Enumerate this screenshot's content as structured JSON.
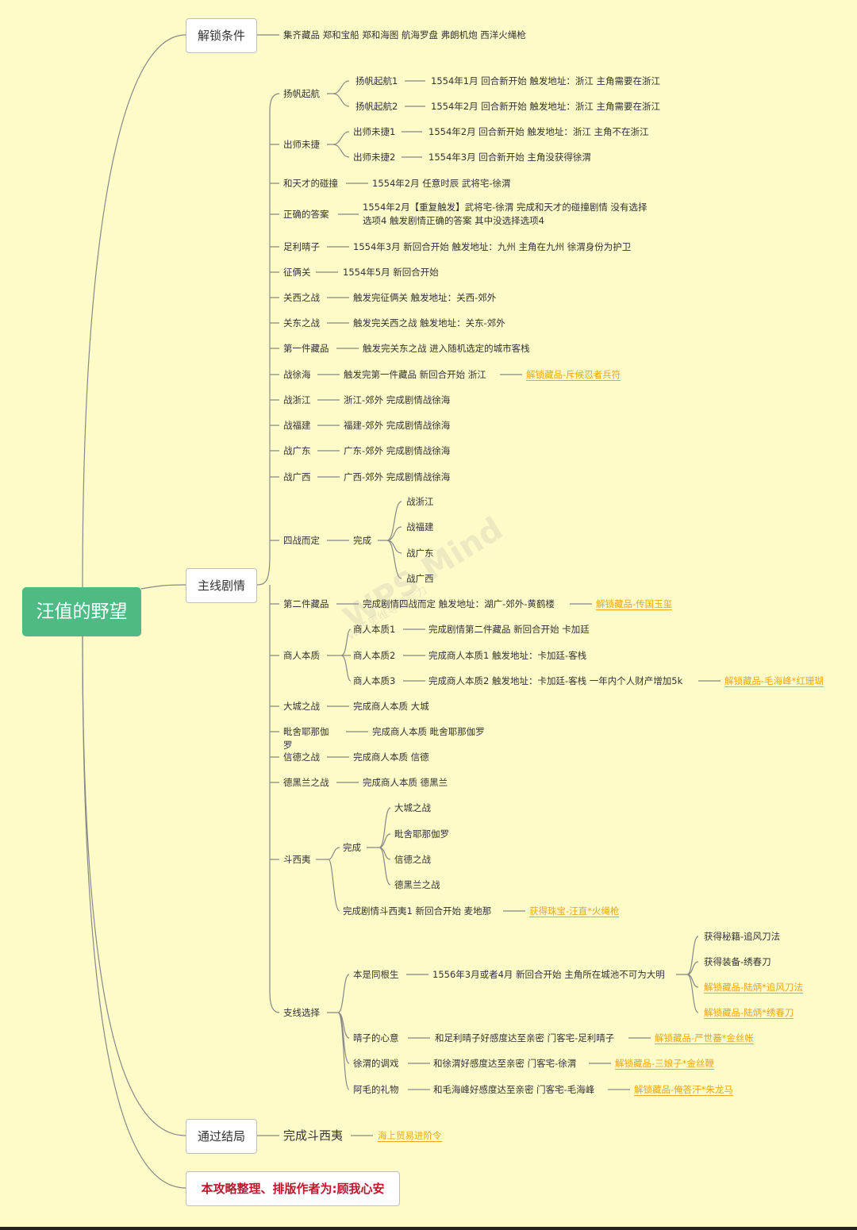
{
  "root": {
    "title": "汪值的野望"
  },
  "branches": {
    "unlock": {
      "label": "解锁条件",
      "detail": "集齐藏品 郑和宝船 郑和海图 航海罗盘 弗朗机炮 西洋火绳枪"
    },
    "main": {
      "label": "主线剧情"
    },
    "ending": {
      "label": "通过结局",
      "child": "完成斗西夷",
      "reward": "海上贸易进阶令"
    },
    "author": {
      "label": "本攻略整理、排版作者为:顾我心安"
    }
  },
  "watermark": {
    "line1": "WPS Mind",
    "line2": "WPS思维导图能力"
  },
  "main": {
    "yangfan": {
      "label": "扬帆起航",
      "c1": {
        "label": "扬帆起航1",
        "detail": "1554年1月 回合新开始 触发地址：浙江 主角需要在浙江"
      },
      "c2": {
        "label": "扬帆起航2",
        "detail": "1554年2月 回合新开始 触发地址：浙江 主角需要在浙江"
      }
    },
    "chushi": {
      "label": "出师未捷",
      "c1": {
        "label": "出师未捷1",
        "detail": "1554年2月 回合新开始 触发地址：浙江 主角不在浙江"
      },
      "c2": {
        "label": "出师未捷2",
        "detail": "1554年3月 回合新开始 主角没获得徐渭"
      }
    },
    "hetiancai": {
      "label": "和天才的碰撞",
      "detail": "1554年2月 任意时辰 武将宅-徐渭"
    },
    "zhengque": {
      "label": "正确的答案",
      "detail1": "1554年2月【重复触发】武将宅-徐渭 完成和天才的碰撞剧情 没有选择",
      "detail2": "选项4  触发剧情正确的答案 其中没选择选项4"
    },
    "zuli": {
      "label": "足利晴子",
      "detail": "1554年3月 新回合开始 触发地址：九州 主角在九州 徐渭身份为护卫"
    },
    "zhengliangguan": {
      "label": "征俩关",
      "detail": "1554年5月 新回合开始"
    },
    "guanxi": {
      "label": "关西之战",
      "detail": "触发完征俩关 触发地址：关西-郊外"
    },
    "guandong": {
      "label": "关东之战",
      "detail": "触发完关西之战 触发地址：关东-郊外"
    },
    "first": {
      "label": "第一件藏品",
      "detail": "触发完关东之战 进入随机选定的城市客栈"
    },
    "zhanxuhai": {
      "label": "战徐海",
      "detail": "触发完第一件藏品  新回合开始 浙江",
      "reward": "解锁藏品-斥候忍者兵符"
    },
    "zhanzhejiang": {
      "label": "战浙江",
      "detail": "浙江-郊外 完成剧情战徐海"
    },
    "zhanfujian": {
      "label": "战福建",
      "detail": "福建-郊外 完成剧情战徐海"
    },
    "zhanguangdong": {
      "label": "战广东",
      "detail": "广东-郊外 完成剧情战徐海"
    },
    "zhanguangxi": {
      "label": "战广西",
      "detail": "广西-郊外 完成剧情战徐海"
    },
    "sizhan": {
      "label": "四战而定",
      "done": "完成",
      "items": [
        "战浙江",
        "战福建",
        "战广东",
        "战广西"
      ]
    },
    "second": {
      "label": "第二件藏品",
      "detail": "完成剧情四战而定 触发地址：湖广-郊外-黄鹤楼",
      "reward": "解锁藏品-传国玉玺"
    },
    "shangren": {
      "label": "商人本质",
      "c1": {
        "label": "商人本质1",
        "detail": "完成剧情第二件藏品 新回合开始 卡加廷"
      },
      "c2": {
        "label": "商人本质2",
        "detail": "完成商人本质1 触发地址：卡加廷-客栈"
      },
      "c3": {
        "label": "商人本质3",
        "detail": "完成商人本质2 触发地址：卡加廷-客栈 一年内个人财产增加5k",
        "reward": "解锁藏品-毛海峰*红珊瑚"
      }
    },
    "dacheng": {
      "label": "大城之战",
      "detail": "完成商人本质 大城"
    },
    "pishe": {
      "label1": "毗舍耶那伽",
      "label2": "罗",
      "detail": "完成商人本质 毗舍耶那伽罗"
    },
    "xinde": {
      "label": "信德之战",
      "detail": "完成商人本质 信德"
    },
    "deheilan": {
      "label": "德黑兰之战",
      "detail": "完成商人本质 德黑兰"
    },
    "douxiyi": {
      "label": "斗西夷",
      "done": "完成",
      "items": [
        "大城之战",
        "毗舍耶那伽罗",
        "信德之战",
        "德黑兰之战"
      ],
      "detail": "完成剧情斗西夷1 新回合开始 麦地那",
      "reward": "获得珠宝-汪直*火绳枪"
    },
    "zhixian": {
      "label": "支线选择",
      "tonggen": {
        "label": "本是同根生",
        "detail": "1556年3月或者4月 新回合开始 主角所在城池不可为大明",
        "items": [
          "获得秘籍-追风刀法",
          "获得装备-绣春刀"
        ],
        "rewards": [
          "解锁藏品-陆炳*追风刀法",
          "解锁藏品-陆炳*绣春刀"
        ]
      },
      "qingzi": {
        "label": "晴子的心意",
        "detail": "和足利晴子好感度达至亲密 门客宅-足利晴子",
        "reward": "解锁藏品-严世蕃*金丝帐"
      },
      "xuwei": {
        "label": "徐渭的调戏",
        "detail": "和徐渭好感度达至亲密 门客宅-徐渭",
        "reward": "解锁藏品-三娘子*金丝鞭"
      },
      "amao": {
        "label": "阿毛的礼物",
        "detail": "和毛海峰好感度达至亲密 门客宅-毛海峰",
        "reward": "解锁藏品-俺答汗*朱龙马"
      }
    }
  }
}
